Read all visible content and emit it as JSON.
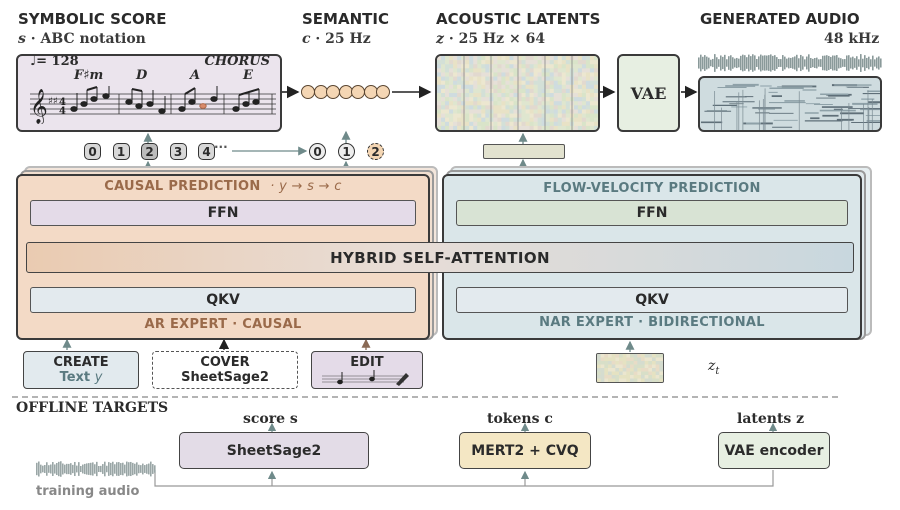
{
  "headers": {
    "symbolic": {
      "title": "SYMBOLIC SCORE",
      "var": "s",
      "sub": "· ABC notation"
    },
    "semantic": {
      "title": "SEMANTIC",
      "var": "c",
      "sub": "· 25 Hz"
    },
    "acoustic": {
      "title": "ACOUSTIC LATENTS",
      "var": "z",
      "sub": "· 25 Hz × 64"
    },
    "audio": {
      "title": "GENERATED AUDIO",
      "sub": "48 kHz"
    }
  },
  "score": {
    "tempo": "♩= 128",
    "section": "CHORUS",
    "chords": [
      "F♯m",
      "D",
      "A",
      "E"
    ]
  },
  "vae_label": "VAE",
  "ar_tokens": [
    "0",
    "1",
    "2",
    "3",
    "4"
  ],
  "ar_ellipsis": "···",
  "cond_tokens": [
    "0",
    "1",
    "2"
  ],
  "ar_expert": {
    "top_label": "CAUSAL PREDICTION",
    "top_formula": "·  y → s → c",
    "ffn": "FFN",
    "qkv": "QKV",
    "bottom_label": "AR EXPERT · CAUSAL"
  },
  "hybrid_label": "HYBRID SELF-ATTENTION",
  "nar_expert": {
    "top_label": "FLOW-VELOCITY PREDICTION",
    "ffn": "FFN",
    "qkv": "QKV",
    "bottom_label": "NAR EXPERT · BIDIRECTIONAL"
  },
  "tasks": {
    "create": {
      "title": "CREATE",
      "line2": "Text",
      "var": "y"
    },
    "cover": {
      "title": "COVER",
      "line2": "SheetSage2"
    },
    "edit": {
      "title": "EDIT"
    }
  },
  "zt_label": "z",
  "zt_sub": "t",
  "offline": {
    "title": "OFFLINE TARGETS",
    "score_label": "score  s",
    "tokens_label": "tokens  c",
    "latents_label": "latents  z",
    "sheetsage": "SheetSage2",
    "mert": "MERT2 + CVQ",
    "vae_enc": "VAE encoder",
    "training_audio": "training audio"
  },
  "colors": {
    "ar_panel": "#f3dac6",
    "nar_panel": "#dae6e9",
    "ffn_purple": "#e4dbe8",
    "qkv_blue": "#e3eaee",
    "nar_ffn": "#d8e3d4",
    "score_bg": "#ebe4ed",
    "vae_bg": "#e7efe2",
    "mert_bg": "#f4e7c4",
    "sheetsage_bg": "#e3dce7",
    "token_fill": "#f4d6b4"
  }
}
